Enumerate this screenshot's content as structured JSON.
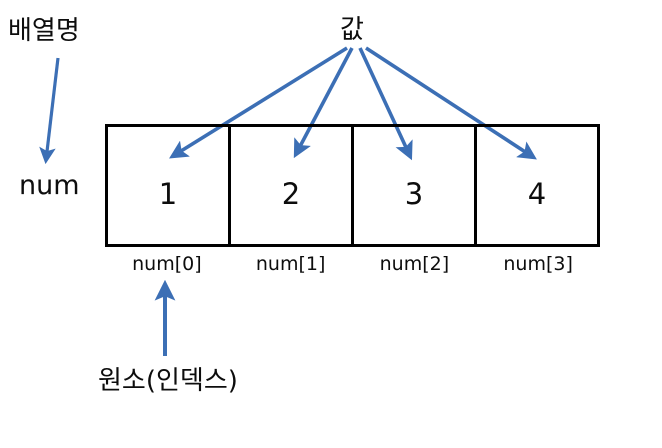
{
  "diagram": {
    "title_top_left": "배열명",
    "array_identifier": "num",
    "value_caption": "값",
    "element_caption": "원소(인덱스)",
    "colors": {
      "arrow": "#3C6FB5",
      "box_border": "#000000",
      "text": "#0D0D0D",
      "background": "#FFFFFF"
    },
    "cells": [
      {
        "value": "1",
        "index_label": "num[0]"
      },
      {
        "value": "2",
        "index_label": "num[1]"
      },
      {
        "value": "3",
        "index_label": "num[2]"
      },
      {
        "value": "4",
        "index_label": "num[3]"
      }
    ],
    "arrows": {
      "array_name_arrow": "배열명 → num",
      "value_arrows": "값 → 1, 2, 3, 4",
      "element_arrow": "원소(인덱스) → num[0]"
    }
  }
}
